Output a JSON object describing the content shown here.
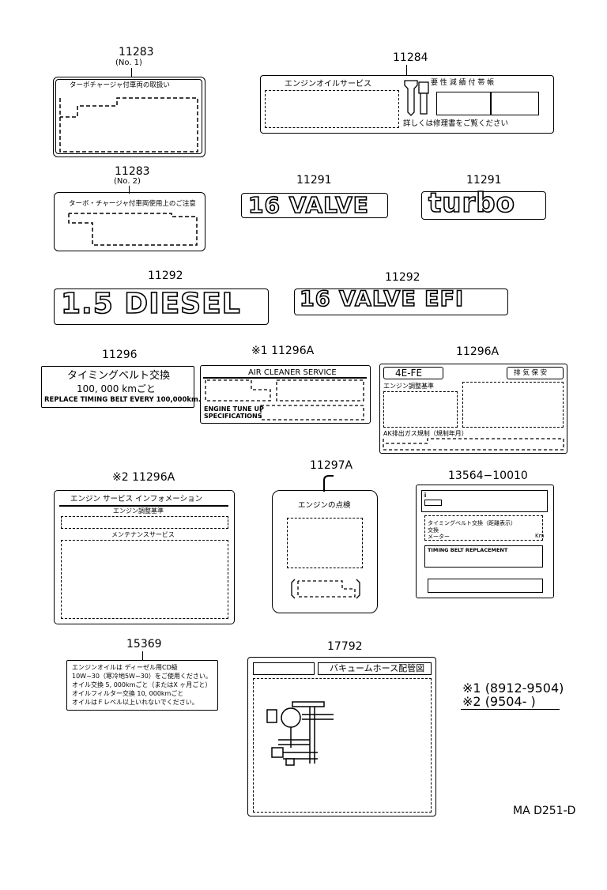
{
  "parts": {
    "p11283_1": {
      "number": "11283",
      "sub": "(No. 1)",
      "title": "ターボチャージャ付車両の取扱い"
    },
    "p11284": {
      "number": "11284",
      "title": "エンジンオイルサービス",
      "right_title": "要 性 減 績 付 帯 帳",
      "footer": "詳しくは修理書をご覧ください"
    },
    "p11283_2": {
      "number": "11283",
      "sub": "(No. 2)",
      "title": "ターボ・チャージャ付車両使用上のご注意"
    },
    "p11291_a": {
      "number": "11291",
      "emblem": "16 VALVE"
    },
    "p11291_b": {
      "number": "11291",
      "emblem": "turbo"
    },
    "p11292_a": {
      "number": "11292",
      "emblem": "1.5 DIESEL"
    },
    "p11292_b": {
      "number": "11292",
      "emblem": "16 VALVE EFI"
    },
    "p11296": {
      "number": "11296",
      "line1": "タイミングベルト交換",
      "line2": "100, 000  kmごと",
      "line3": "REPLACE TIMING BELT EVERY 100,000km."
    },
    "p11296A_1": {
      "number": "※1 11296A",
      "title": "AIR CLEANER SERVICE",
      "left_bottom": "ENGINE TUNE UP\nSPECIFICATIONS"
    },
    "p11296A_r": {
      "number": "11296A",
      "tag": "4E-FE",
      "right_tag": "排 気 保 安",
      "sub1": "エンジン調整基準",
      "sub2": "AK排出ガス規制（規制年月）"
    },
    "p11296A_2": {
      "number": "※2 11296A",
      "title": "エンジン  サービス  インフォメーション",
      "sub1": "エンジン調整基準",
      "sub2": "メンテナンスサービス"
    },
    "p11297A": {
      "number": "11297A",
      "title": "エンジンの点検"
    },
    "p13564": {
      "number": "13564−10010",
      "row1": "タイミングベルト交換（距離表示）",
      "row1b": "交換",
      "row1c": "メーター",
      "row1d": "Km",
      "row2": "TIMING BELT REPLACEMENT"
    },
    "p15369": {
      "number": "15369",
      "lines": [
        "エンジンオイルは  ディーゼル用CD級",
        "10W−30（寒冷地5W−30）をご使用ください。",
        "オイル交換  5, 000kmごと（またはX ヶ月ごと）",
        "オイルフィルター交換  10, 000kmごと",
        "オイルはＦレベル以上いれないでください。"
      ]
    },
    "p17792": {
      "number": "17792",
      "title": "バキュームホース配管図"
    }
  },
  "legend": {
    "note1_mark": "※1",
    "note1_range": "(8912-9504)",
    "note2_mark": "※2",
    "note2_range": "(9504-        )"
  },
  "footer_code": "MA D251-D"
}
